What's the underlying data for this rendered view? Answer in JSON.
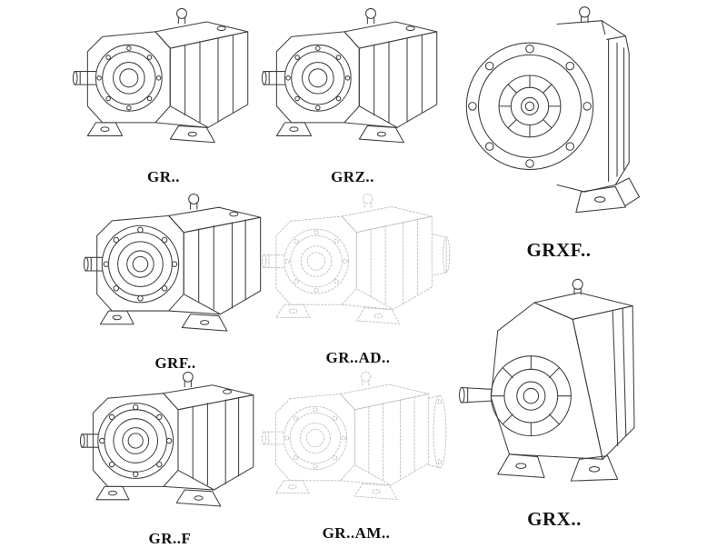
{
  "page": {
    "background_color": "#ffffff",
    "line_color": "#3f3f3f",
    "faded_line_color": "#bdbdbd",
    "label_color": "#111111"
  },
  "products": [
    {
      "id": "gr",
      "label": "GR..",
      "drawing": "helical-gear-reducer-foot-mounted",
      "line_style": "solid"
    },
    {
      "id": "grz",
      "label": "GRZ..",
      "drawing": "helical-gear-reducer-foot-mounted",
      "line_style": "solid"
    },
    {
      "id": "grxf",
      "label": "GRXF..",
      "drawing": "helical-gear-reducer-flange-front-view",
      "line_style": "solid"
    },
    {
      "id": "grf",
      "label": "GRF..",
      "drawing": "helical-gear-reducer-flange-mounted",
      "line_style": "solid"
    },
    {
      "id": "gr-ad",
      "label": "GR..AD..",
      "drawing": "helical-gear-reducer-input-adapter",
      "line_style": "faded-dashed"
    },
    {
      "id": "gr-f",
      "label": "GR..F",
      "drawing": "helical-gear-reducer-flange-mounted",
      "line_style": "solid"
    },
    {
      "id": "gr-am",
      "label": "GR..AM..",
      "drawing": "helical-gear-reducer-motor-flange",
      "line_style": "faded-dashed"
    },
    {
      "id": "grx",
      "label": "GRX..",
      "drawing": "helical-gear-reducer-large-frame",
      "line_style": "solid"
    }
  ]
}
